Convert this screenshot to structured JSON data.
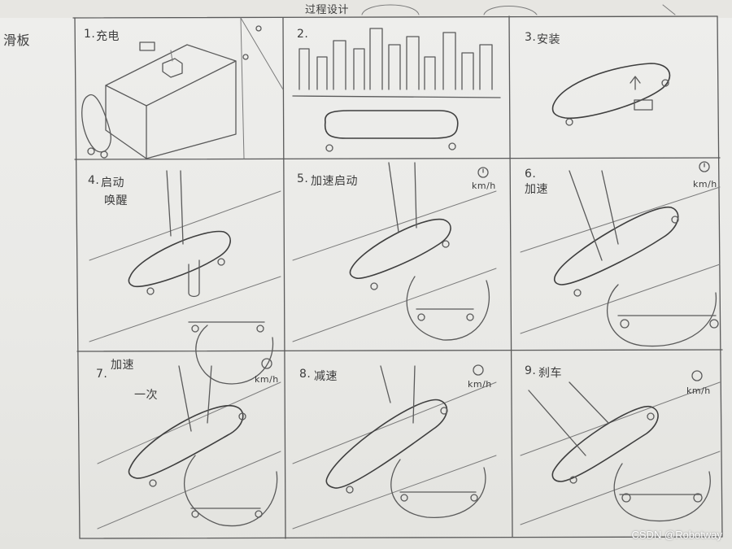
{
  "page": {
    "corner_title": "滑板",
    "top_note": "过程设计",
    "watermark": "CSDN @Robotway"
  },
  "panels": [
    {
      "number": "1.",
      "caption": "充电",
      "extra": "",
      "icon": "charger-box-icon"
    },
    {
      "number": "2.",
      "caption": "",
      "extra": "",
      "icon": "city-skyline-icon"
    },
    {
      "number": "3.",
      "caption": "安装",
      "extra": "",
      "icon": "install-battery-icon"
    },
    {
      "number": "4.",
      "caption": "启动",
      "extra": "唤醒",
      "icon": "wake-foot-tap-icon"
    },
    {
      "number": "5.",
      "caption": "加速启动",
      "extra": "",
      "icon": "speedometer-icon",
      "unit": "km/h"
    },
    {
      "number": "6.",
      "caption": "加速",
      "extra": "",
      "icon": "speedometer-icon",
      "unit": "km/h"
    },
    {
      "number": "7.",
      "caption": "加速",
      "extra": "一次",
      "icon": "speedometer-icon",
      "unit": "km/h"
    },
    {
      "number": "8.",
      "caption": "减速",
      "extra": "",
      "icon": "speedometer-icon",
      "unit": "km/h"
    },
    {
      "number": "9.",
      "caption": "刹车",
      "extra": "",
      "icon": "speedometer-icon",
      "unit": "km/h"
    }
  ]
}
